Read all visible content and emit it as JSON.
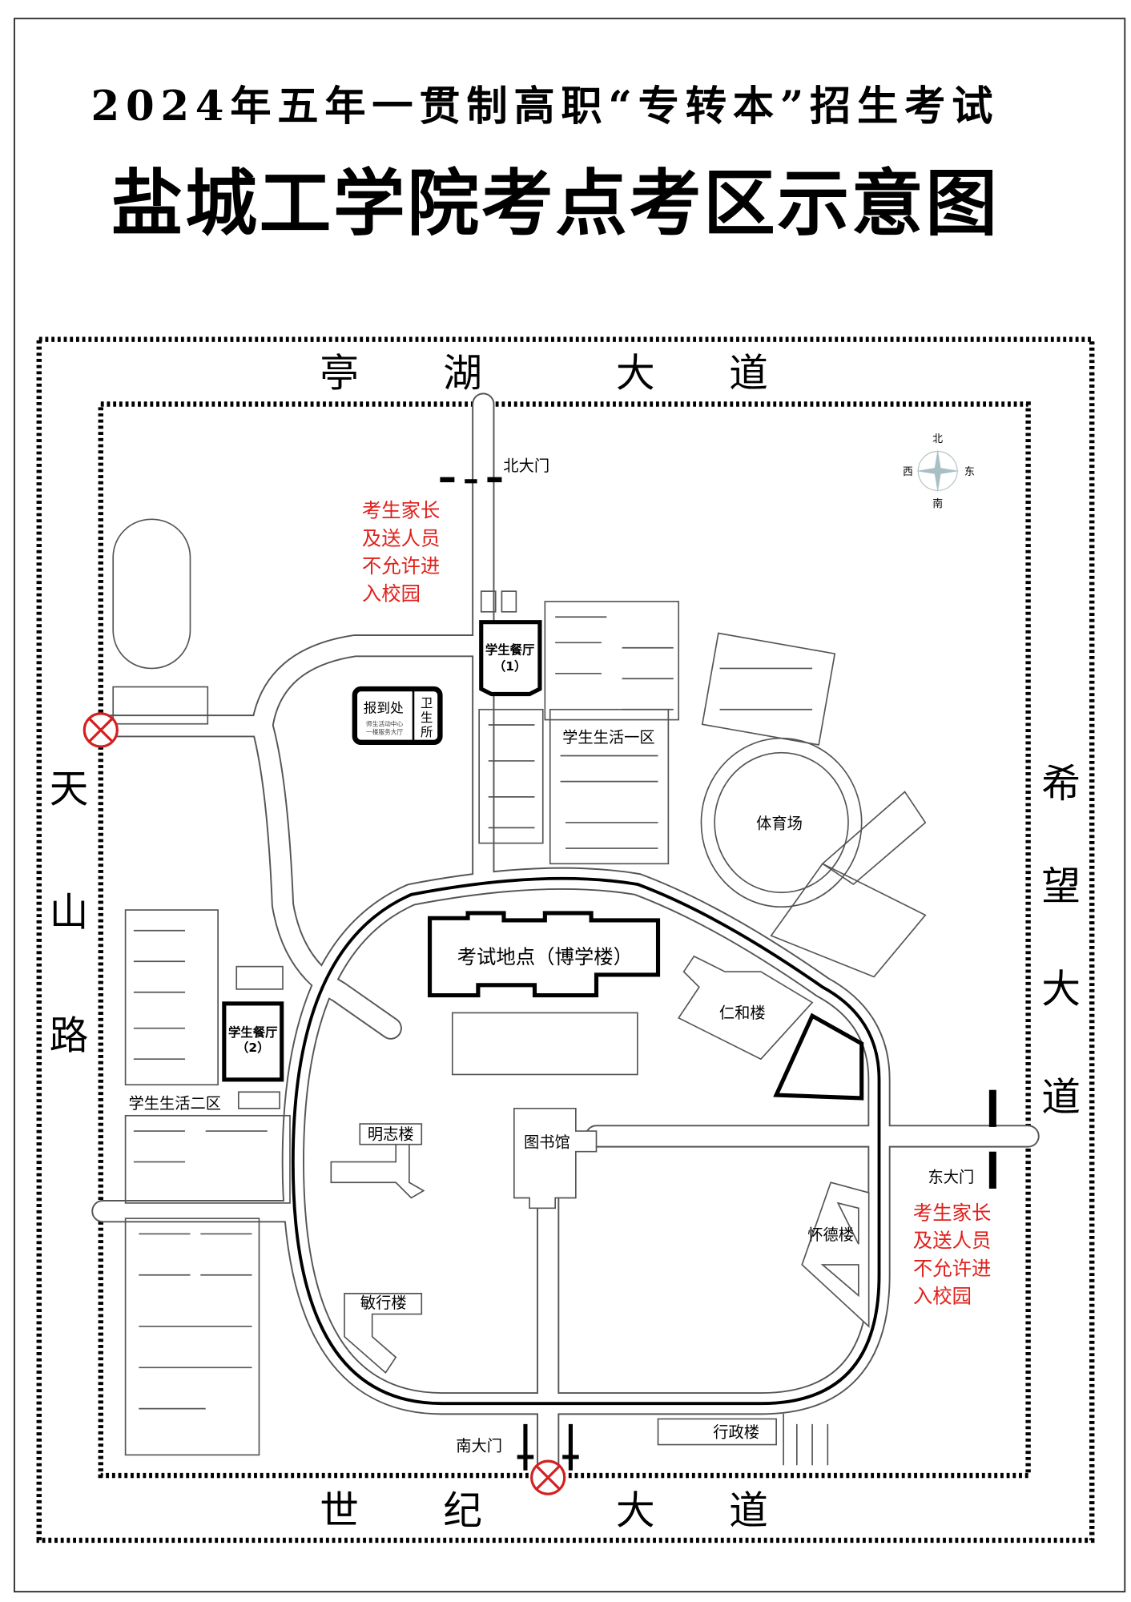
{
  "title": {
    "line1": "2024年五年一贯制高职“专转本”招生考试",
    "line2": "盐城工学院考点考区示意图"
  },
  "roads": {
    "north": [
      "亭",
      "湖",
      "大",
      "道"
    ],
    "south": [
      "世",
      "纪",
      "大",
      "道"
    ],
    "west": [
      "天",
      "山",
      "路"
    ],
    "east": [
      "希",
      "望",
      "大",
      "道"
    ]
  },
  "gates": {
    "north": "北大门",
    "east": "东大门",
    "south": "南大门"
  },
  "warning": {
    "lines": [
      "考生家长",
      "及送人员",
      "不允许进",
      "入校园"
    ],
    "color": "#e0201b"
  },
  "compass": {
    "north": "北",
    "south": "南",
    "west": "西",
    "east": "东"
  },
  "buildings": {
    "canteen1": [
      "学生餐厅",
      "（1）"
    ],
    "canteen2": [
      "学生餐厅",
      "（2）"
    ],
    "registration": "报到处",
    "registration_sub": [
      "师生活动中心",
      "一楼服务大厅"
    ],
    "clinic": [
      "卫",
      "生",
      "所"
    ],
    "dorm1": "学生生活一区",
    "dorm2": "学生生活二区",
    "stadium": "体育场",
    "exam": "考试地点（博学楼）",
    "renhe": "仁和楼",
    "library": "图书馆",
    "mingzhi": "明志楼",
    "minxing": "敏行楼",
    "huaide": "怀德楼",
    "admin": "行政楼"
  }
}
